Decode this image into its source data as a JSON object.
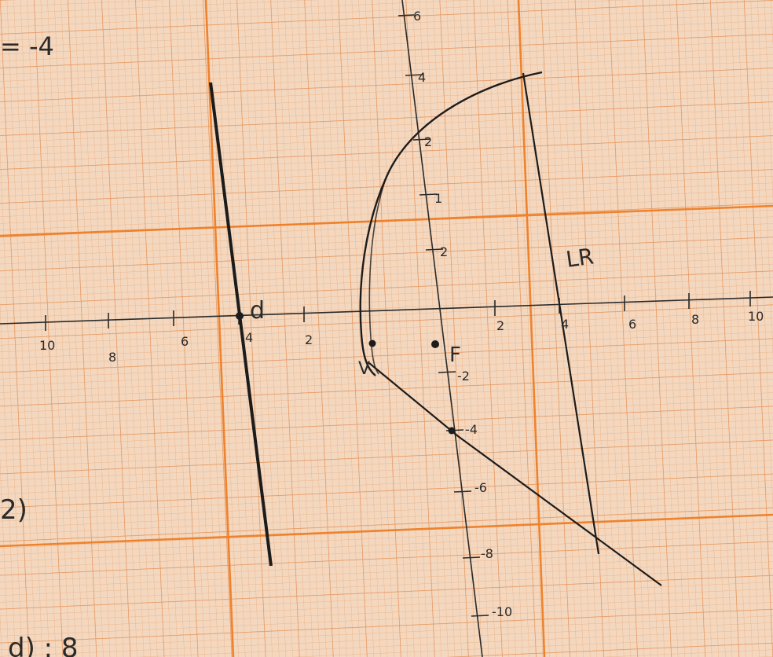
{
  "page": {
    "paper_color": "#f3d7bf",
    "grid_minor_color": "#e8a46f",
    "grid_major_color": "#ef7a1e",
    "ink_color": "#222222"
  },
  "notes": {
    "top_left": "= -4",
    "bottom_left_number": "2)",
    "bottom_fragment": "d) : 8"
  },
  "labels": {
    "directrix": "d",
    "focus": "F",
    "vertex": "V",
    "latus_rectum": "LR"
  },
  "x_ticks": [
    "10",
    "8",
    "6",
    "4",
    "2",
    "2",
    "4",
    "6",
    "8",
    "10"
  ],
  "y_ticks": [
    "6",
    "4",
    "2",
    "1",
    "2",
    "-2",
    "-4",
    "-6",
    "-8",
    "-10"
  ]
}
